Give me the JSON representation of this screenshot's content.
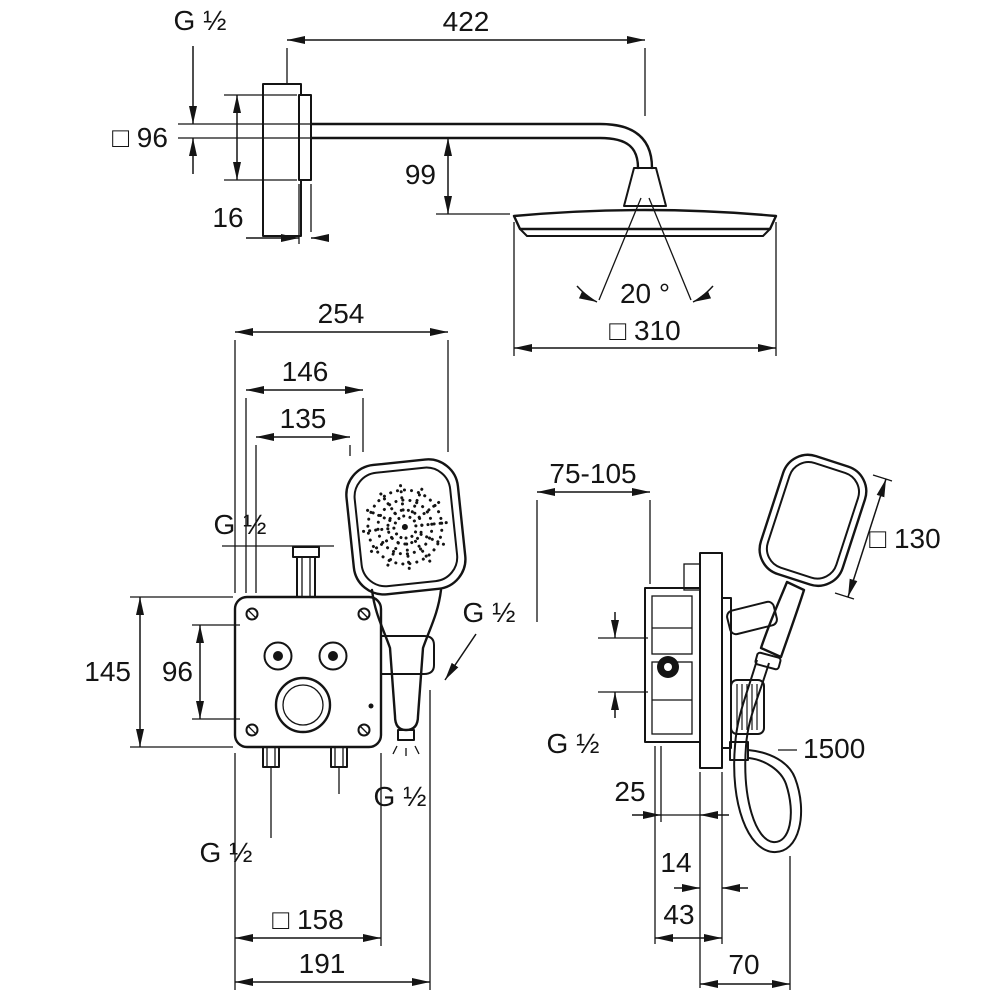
{
  "drawing": {
    "background": "#ffffff",
    "ink": "#141414"
  },
  "head_shower_view": {
    "thread_label": "G ½",
    "arm_length": "422",
    "escutcheon_size": "□ 96",
    "escutcheon_depth": "16",
    "head_offset": "99",
    "swivel_angle": "20 °",
    "head_size": "□ 310"
  },
  "front_view": {
    "overall_width": "254",
    "dim_146": "146",
    "dim_135": "135",
    "supply_thread": "G ½",
    "dim_145": "145",
    "dim_96": "96",
    "holder_thread": "G ½",
    "outlet_thread_right": "G ½",
    "outlet_thread_left": "G ½",
    "plate_size": "□ 158",
    "bottom_width": "191"
  },
  "side_view": {
    "rough_in_depth": "75-105",
    "hand_shower_size": "□ 130",
    "inlet_thread": "G ½",
    "hose_length": "1500",
    "dim_25": "25",
    "wall_thickness": "14",
    "dim_43": "43",
    "dim_70": "70"
  }
}
